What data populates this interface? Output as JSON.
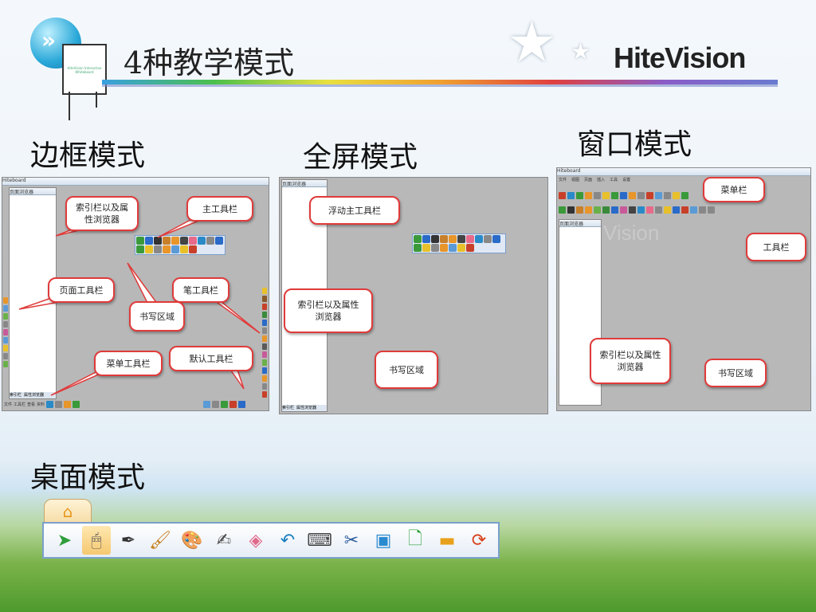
{
  "slide": {
    "title": "4种教学模式",
    "brand": "HiteVision",
    "board_text": "HiteVision Interactive Whiteboard"
  },
  "sections": {
    "border_mode": "边框模式",
    "fullscreen_mode": "全屏模式",
    "window_mode": "窗口模式",
    "desktop_mode": "桌面模式"
  },
  "border_shot": {
    "titlebar": "Hiteboard",
    "panel_title": "页面浏览器",
    "panel_tabs": [
      "索引栏",
      "属性浏览器"
    ],
    "bottom_menu": [
      "文件",
      "工具栏",
      "查看",
      "资料"
    ],
    "callouts": {
      "index_browser": "索引栏以及属\n性浏览器",
      "main_toolbar": "主工具栏",
      "page_toolbar": "页面工具栏",
      "pen_toolbar": "笔工具栏",
      "writing_area": "书写区域",
      "menu_toolbar": "菜单工具栏",
      "default_toolbar": "默认工具栏"
    }
  },
  "fullscreen_shot": {
    "panel_title": "页面浏览器",
    "panel_tabs": [
      "索引栏",
      "属性浏览器"
    ],
    "callouts": {
      "floating_toolbar": "浮动主工具栏",
      "index_browser": "索引栏以及属性\n浏览器",
      "writing_area": "书写区域"
    }
  },
  "window_shot": {
    "titlebar": "Hiteboard",
    "menu_items": [
      "文件",
      "视图",
      "页面",
      "插入",
      "工具",
      "设置"
    ],
    "panel_title": "页面浏览器",
    "watermark": "Vision",
    "callouts": {
      "menu_bar": "菜单栏",
      "toolbar": "工具栏",
      "index_browser": "索引栏以及属性\n浏览器",
      "writing_area": "书写区域"
    }
  },
  "desktop_toolbar": {
    "tab_icon": "home-icon",
    "buttons": [
      {
        "name": "select-arrow-icon",
        "glyph": "➤",
        "color": "#2e9e3a"
      },
      {
        "name": "mouse-icon",
        "glyph": "🖱",
        "color": "#555"
      },
      {
        "name": "pen-icon",
        "glyph": "✒",
        "color": "#333"
      },
      {
        "name": "brush-icon",
        "glyph": "🖌",
        "color": "#c8801a"
      },
      {
        "name": "palette-icon",
        "glyph": "🎨",
        "color": "#c86a1a"
      },
      {
        "name": "text-pen-icon",
        "glyph": "✍",
        "color": "#444"
      },
      {
        "name": "eraser-icon",
        "glyph": "◈",
        "color": "#e06a8a"
      },
      {
        "name": "undo-icon",
        "glyph": "↶",
        "color": "#1a7fbf"
      },
      {
        "name": "keyboard-icon",
        "glyph": "⌨",
        "color": "#444"
      },
      {
        "name": "tools-icon",
        "glyph": "✂",
        "color": "#2a5a9a"
      },
      {
        "name": "screen-capture-icon",
        "glyph": "▣",
        "color": "#2a8ad0"
      },
      {
        "name": "new-page-icon",
        "glyph": "🗋",
        "color": "#2e9e3a"
      },
      {
        "name": "folder-icon",
        "glyph": "▬",
        "color": "#e8a01a"
      },
      {
        "name": "refresh-icon",
        "glyph": "⟳",
        "color": "#d8401a"
      }
    ]
  }
}
